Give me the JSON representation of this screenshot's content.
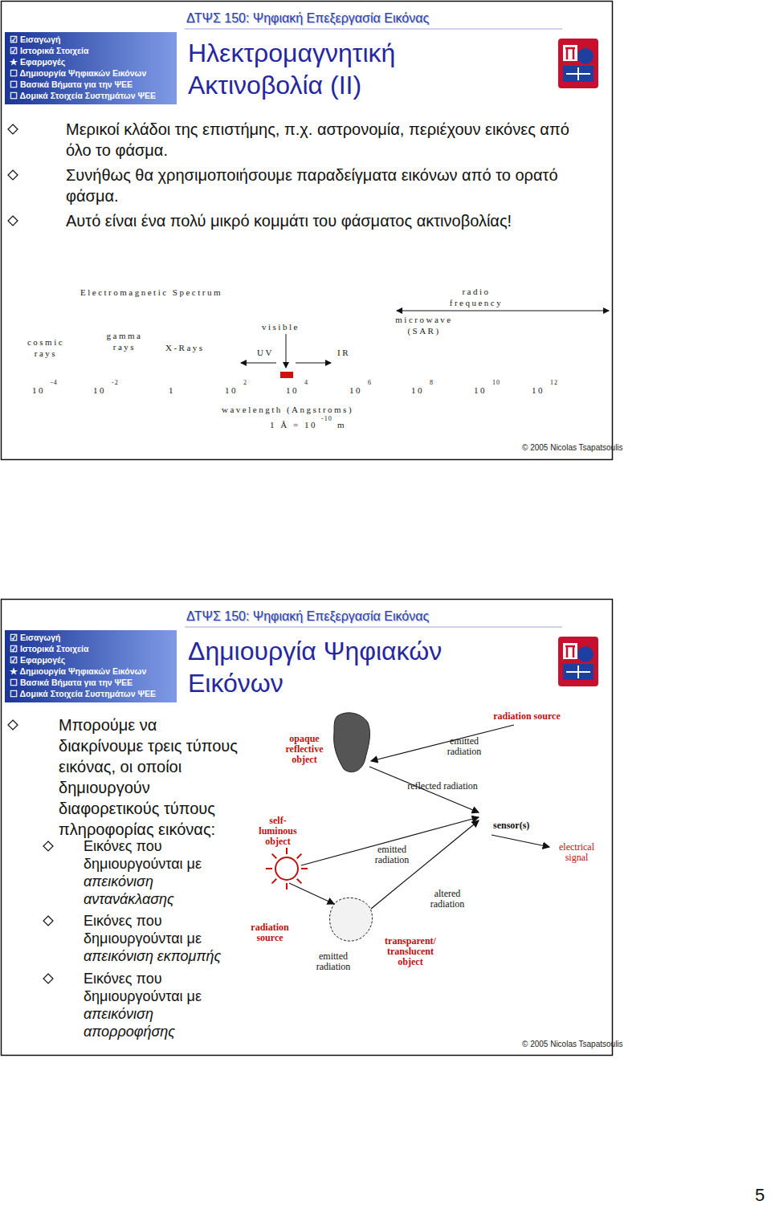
{
  "diagram": {
    "labels": [
      "ΔΤΨΣ 150: Ψηφιακή Επεξεργασία Εικόνας",
      "☑ Εισαγωγή",
      "☑ Ιστορικά Στοιχεία",
      "★ Εφαρμογές",
      "☐ Δημιουργία Ψηφιακών Εικόνων",
      "☐ Βασικά Βήματα για την ΨΕΕ",
      "☐ Δομικά Στοιχεία Συστημάτων ΨΕΕ",
      "Ηλεκτρομαγνητική Ακτινοβολία (ΙΙ)",
      "Μερικοί κλάδοι της επιστήμης, π.χ. αστρονομία, περιέχουν εικόνες από όλο το φάσμα.",
      "Συνήθως θα χρησιμοποιήσουμε παραδείγματα εικόνων από το ορατό φάσμα.",
      "Αυτό είναι ένα πολύ μικρό κομμάτι του φάσματος ακτινοβολίας!",
      "Electromagnetic Spectrum",
      "radio frequency",
      "microwave (SAR)",
      "cosmic rays",
      "gamma rays",
      "X-Rays",
      "visible",
      "UV",
      "IR",
      "10",
      "-4",
      "10",
      "-2",
      "1",
      "10",
      "2",
      "10",
      "4",
      "10",
      "6",
      "10",
      "8",
      "10",
      "10",
      "10",
      "12",
      "wavelength (Angstroms)",
      "1 Å = 10",
      "-10",
      "m",
      "© 2005 Nicolas Tsapatsoulis",
      "ΔΤΨΣ 150: Ψηφιακή Επεξεργασία Εικόνας",
      "☑ Εισαγωγή",
      "☑ Ιστορικά Στοιχεία",
      "☑ Εφαρμογές",
      "★ Δημιουργία Ψηφιακών Εικόνων",
      "☐ Βασικά Βήματα για την ΨΕΕ",
      "☐ Δομικά Στοιχεία Συστημάτων ΨΕΕ",
      "Δημιουργία Ψηφιακών Εικόνων",
      "Μπορούμε να διακρίνουμε τρεις τύπους εικόνας, οι οποίοι δημιουργούν διαφορετικούς τύπους πληροφορίας εικόνας:",
      "Εικόνες που δημιουργούνται με",
      "απεικόνιση αντανάκλασης",
      "Εικόνες που δημιουργούνται με",
      "απεικόνιση εκπομπής",
      "Εικόνες που δημιουργούνται με",
      "απεικόνιση απορροφήσης",
      "radiation source",
      "emitted radiation",
      "opaque reflective object",
      "reflected radiation",
      "self-luminous object",
      "sensor(s)",
      "emitted radiation",
      "electrical signal",
      "altered radiation",
      "radiation source",
      "transparent/ translucent object",
      "emitted radiation",
      "© 2005 Nicolas Tsapatsoulis",
      "5"
    ]
  }
}
